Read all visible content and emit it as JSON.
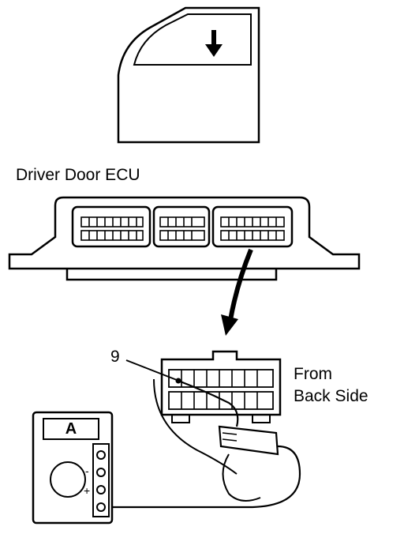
{
  "labels": {
    "ecu_title": "Driver Door ECU",
    "pin_number": "9",
    "view_line1": "From",
    "view_line2": "Back Side",
    "meter_display": "A",
    "meter_minus": "-",
    "meter_plus": "+"
  },
  "colors": {
    "stroke": "#000000",
    "background": "#ffffff"
  },
  "icons": [
    "down-arrow-icon",
    "curved-arrow-icon",
    "ammeter-icon",
    "test-probe-icon"
  ]
}
